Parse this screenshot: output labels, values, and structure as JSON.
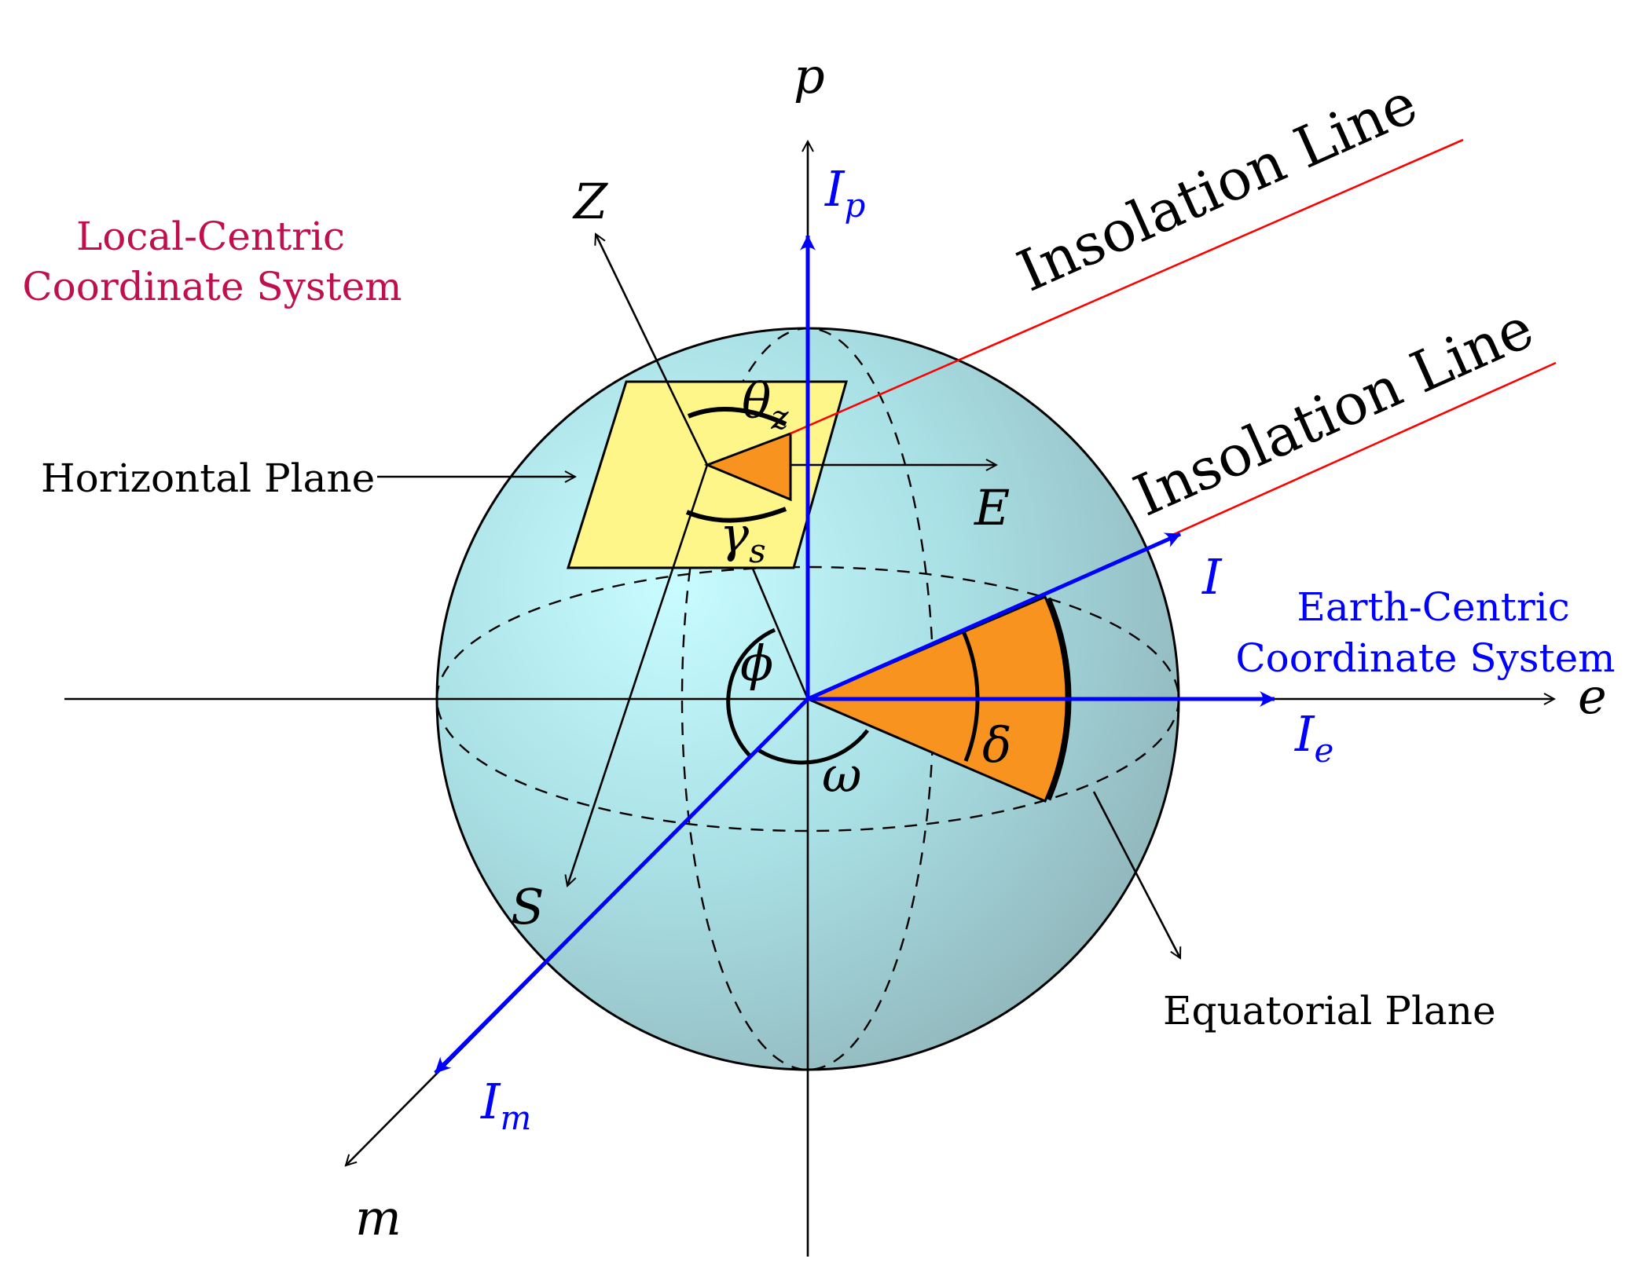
{
  "labels": {
    "axis_p": "p",
    "axis_e": "e",
    "axis_m": "m",
    "axis_z": "Z",
    "axis_east": "E",
    "axis_south": "S",
    "vec_p": "I",
    "vec_p_sub": "p",
    "vec_e": "I",
    "vec_e_sub": "e",
    "vec_m": "I",
    "vec_m_sub": "m",
    "vec_sun": "I",
    "theta": "θ",
    "theta_sub": "z",
    "gamma": "γ",
    "gamma_sub": "s",
    "phi": "ϕ",
    "omega": "ω",
    "delta": "δ",
    "local_system_line1": "Local-Centric",
    "local_system_line2": "Coordinate System",
    "earth_system_line1": "Earth-Centric",
    "earth_system_line2": "Coordinate System",
    "horizontal_plane": "Horizontal Plane",
    "equatorial_plane": "Equatorial Plane",
    "insolation_line_1": "Insolation Line",
    "insolation_line_2": "Insolation Line"
  },
  "colors": {
    "vector_blue": "#0000ff",
    "insolation_red": "#ff0000",
    "local_label": "#c0104a",
    "earth_label": "#0000ff",
    "plane_yellow": "#fff68a",
    "wedge_orange": "#f7931e",
    "sphere_light": "#c8fcff",
    "sphere_dark": "#94bcc0"
  }
}
